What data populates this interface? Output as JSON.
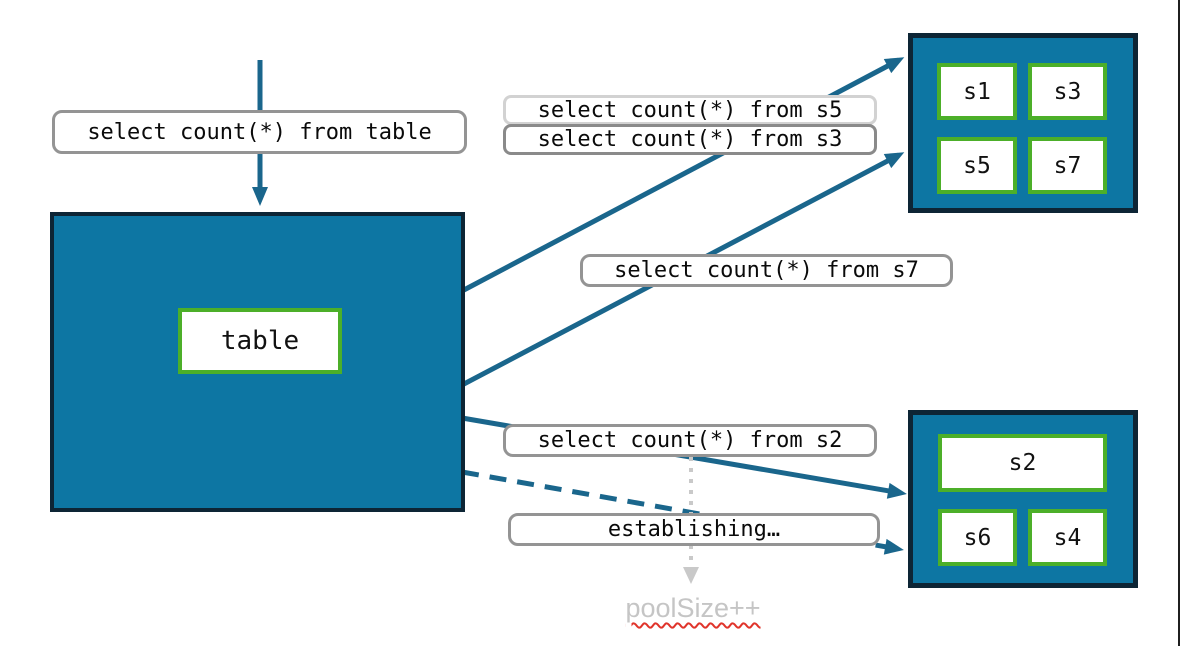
{
  "labels": {
    "query_table": "select count(*) from table",
    "query_s5": "select count(*) from s5",
    "query_s3": "select count(*) from s3",
    "query_s7": "select count(*) from s7",
    "query_s2": "select count(*) from s2",
    "establishing": "establishing…",
    "pool_size": "poolSize++"
  },
  "table_box": {
    "label": "table"
  },
  "shard_groups": {
    "top": {
      "shards": [
        "s1",
        "s3",
        "s5",
        "s7"
      ]
    },
    "bottom": {
      "shards": [
        "s2",
        "s6",
        "s4"
      ]
    }
  },
  "colors": {
    "box_fill": "#0d76a3",
    "box_border": "#0d2535",
    "shard_border": "#4caf29",
    "arrow": "#1a668c",
    "label_border": "#949494",
    "label_border_light": "#d2d2d2",
    "muted_text": "#c5c5c5",
    "squiggle_red": "#e0342b",
    "dotted_arrow": "#c9c9c9"
  }
}
